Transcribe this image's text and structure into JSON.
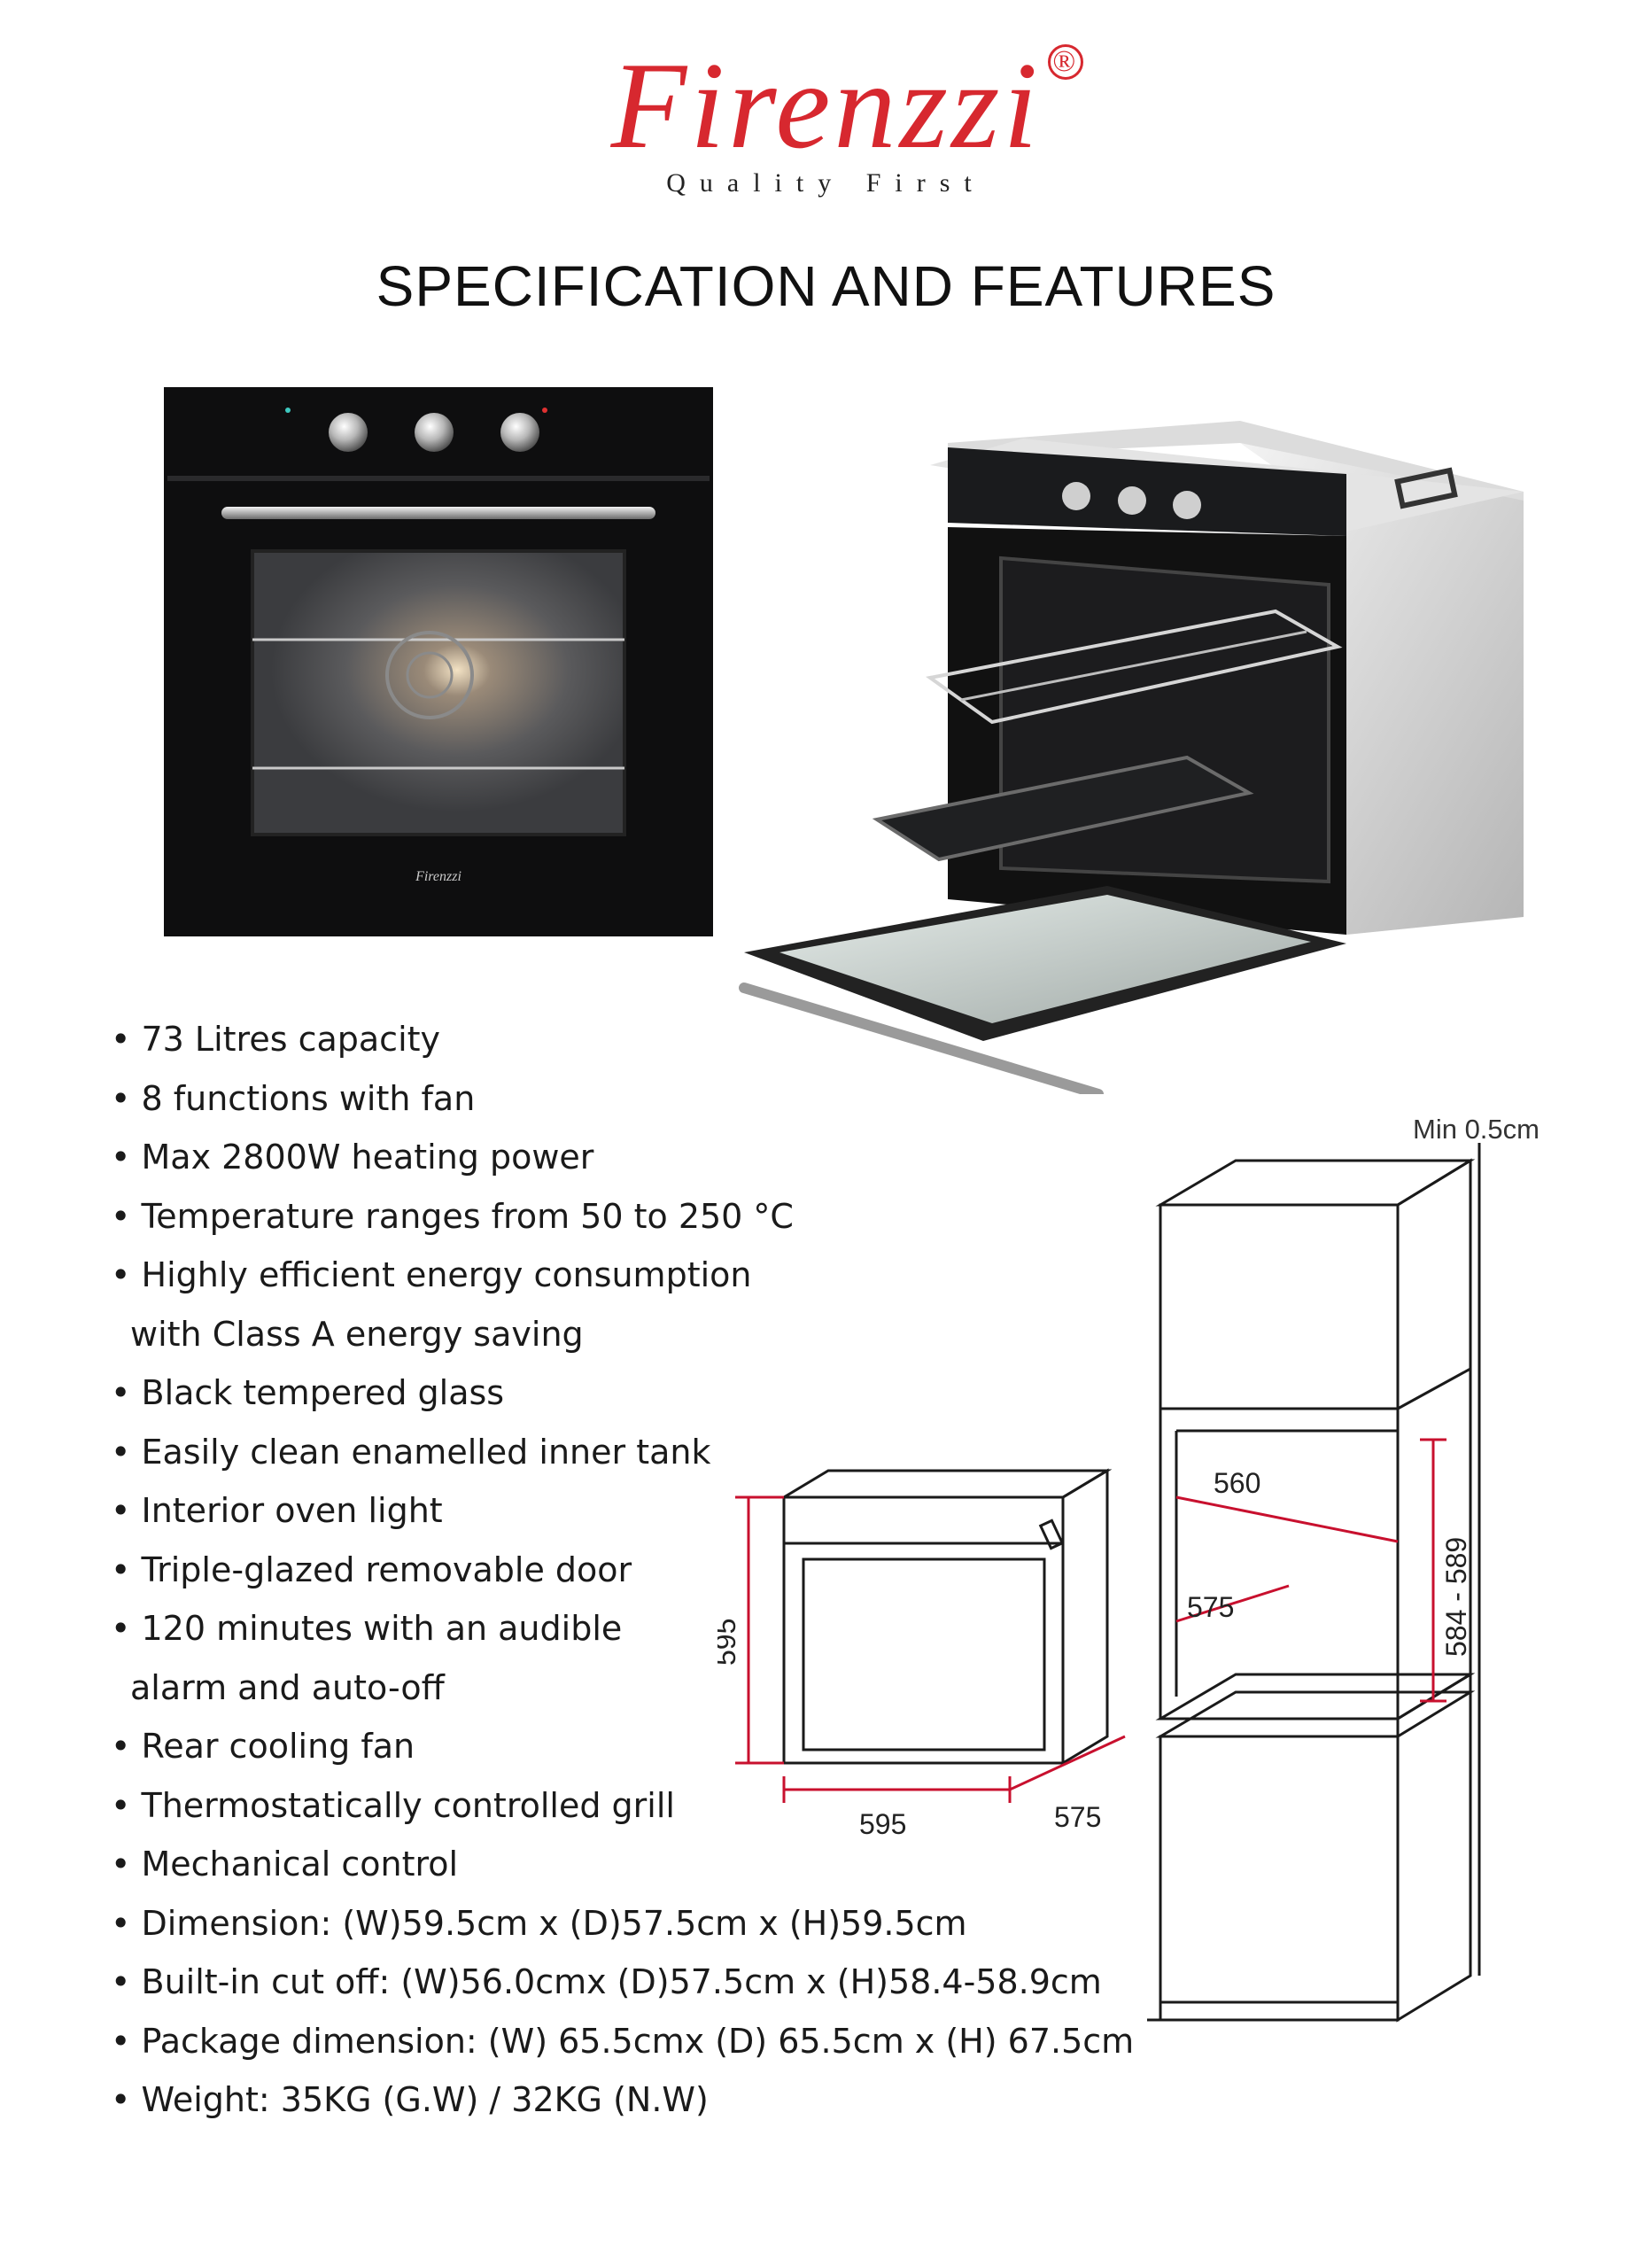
{
  "brand": {
    "name": "Firenzzi",
    "registered_mark": "®",
    "tagline": "Quality First",
    "brand_color": "#d7282f"
  },
  "title": "SPECIFICATION AND FEATURES",
  "oven_front_brand": "Firenzzi",
  "features": [
    {
      "text": "• 73 Litres capacity",
      "continuation": false
    },
    {
      "text": "• 8 functions with fan",
      "continuation": false
    },
    {
      "text": "• Max 2800W heating power",
      "continuation": false
    },
    {
      "text": "• Temperature ranges from 50 to 250 °C",
      "continuation": false
    },
    {
      "text": "• Highly efficient energy consumption",
      "continuation": false
    },
    {
      "text": "with Class A energy saving",
      "continuation": true
    },
    {
      "text": "• Black tempered glass",
      "continuation": false
    },
    {
      "text": "• Easily clean enamelled inner tank",
      "continuation": false
    },
    {
      "text": "• Interior oven light",
      "continuation": false
    },
    {
      "text": "• Triple-glazed removable door",
      "continuation": false
    },
    {
      "text": "• 120 minutes with an audible",
      "continuation": false
    },
    {
      "text": "alarm and auto-off",
      "continuation": true
    },
    {
      "text": "• Rear cooling fan",
      "continuation": false
    },
    {
      "text": "• Thermostatically controlled grill",
      "continuation": false
    },
    {
      "text": "• Mechanical control",
      "continuation": false
    },
    {
      "text": "• Dimension: (W)59.5cm x (D)57.5cm x (H)59.5cm",
      "continuation": false
    },
    {
      "text": "• Built-in cut off: (W)56.0cmx (D)57.5cm x (H)58.4-58.9cm",
      "continuation": false
    },
    {
      "text": "• Package dimension: (W) 65.5cmx (D) 65.5cm x (H) 67.5cm",
      "continuation": false
    },
    {
      "text": "• Weight: 35KG (G.W) / 32KG (N.W)",
      "continuation": false
    }
  ],
  "diagram": {
    "oven_height": "595",
    "oven_width": "595",
    "oven_depth": "575",
    "cabinet_min_gap": "Min 0.5cm",
    "cutout_width": "560",
    "cutout_depth": "575",
    "cutout_height": "584 - 589",
    "highlight_color": "#c8102e"
  }
}
